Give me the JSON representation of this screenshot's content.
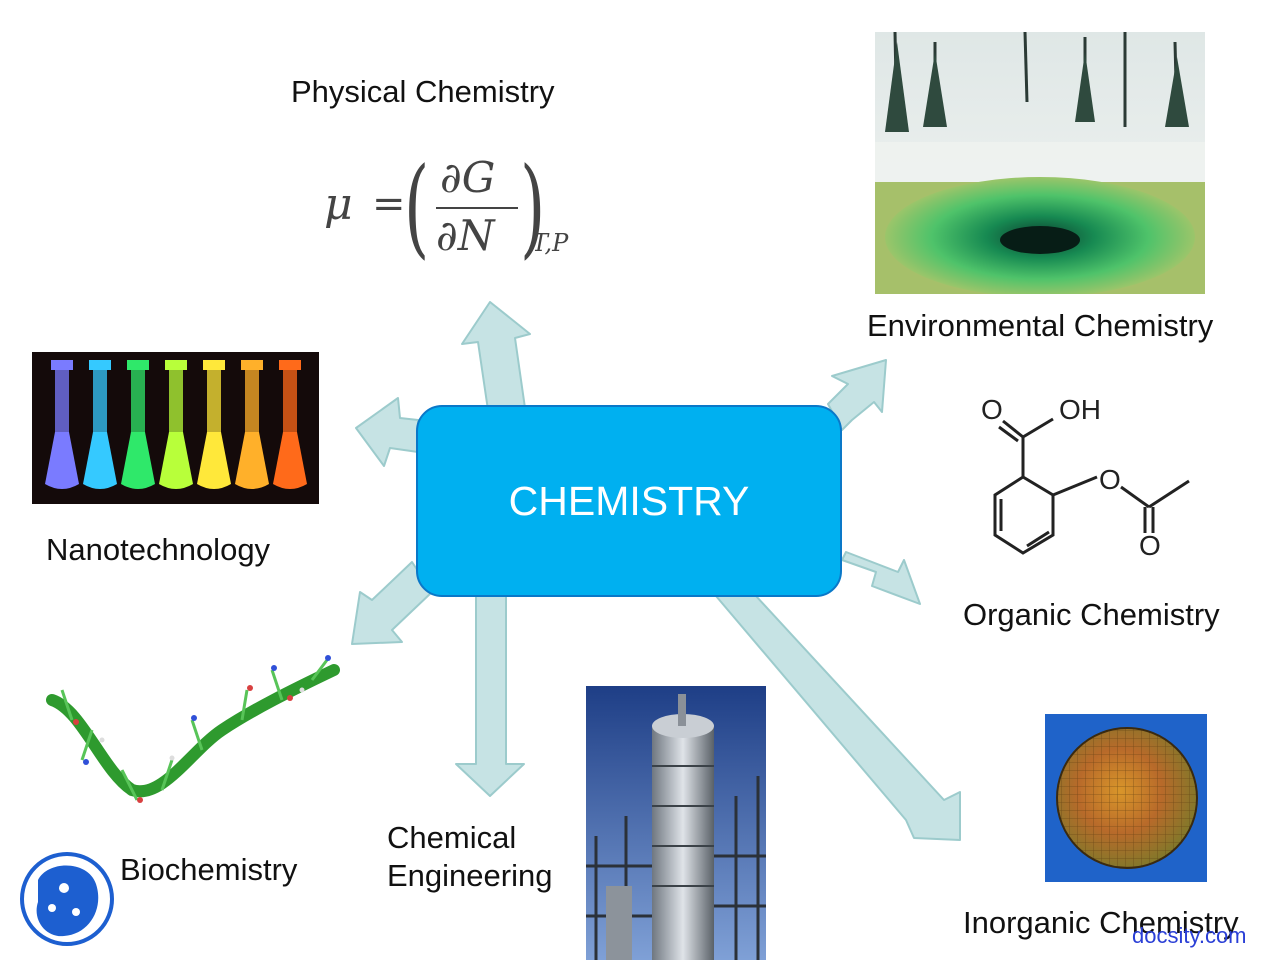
{
  "center": {
    "label": "CHEMISTRY"
  },
  "branches": {
    "physical": "Physical Chemistry",
    "environmental": "Environmental Chemistry",
    "organic": "Organic Chemistry",
    "inorganic": "Inorganic Chemistry",
    "chemical_eng_line1": "Chemical",
    "chemical_eng_line2": "Engineering",
    "biochemistry": "Biochemistry",
    "nanotechnology": "Nanotechnology"
  },
  "equation": {
    "lhs": "μ",
    "equals": "=",
    "numerator": "∂G",
    "denominator": "∂N",
    "subscript": "T,P"
  },
  "molecule": {
    "atom_o1": "O",
    "atom_oh": "OH",
    "atom_o2": "O",
    "atom_o3": "O"
  },
  "footer": {
    "brand": "docsity.com"
  },
  "colors": {
    "center_fill": "#00b0f0",
    "arrow_fill": "#c6e3e4",
    "arrow_stroke": "#9ccbcc"
  }
}
